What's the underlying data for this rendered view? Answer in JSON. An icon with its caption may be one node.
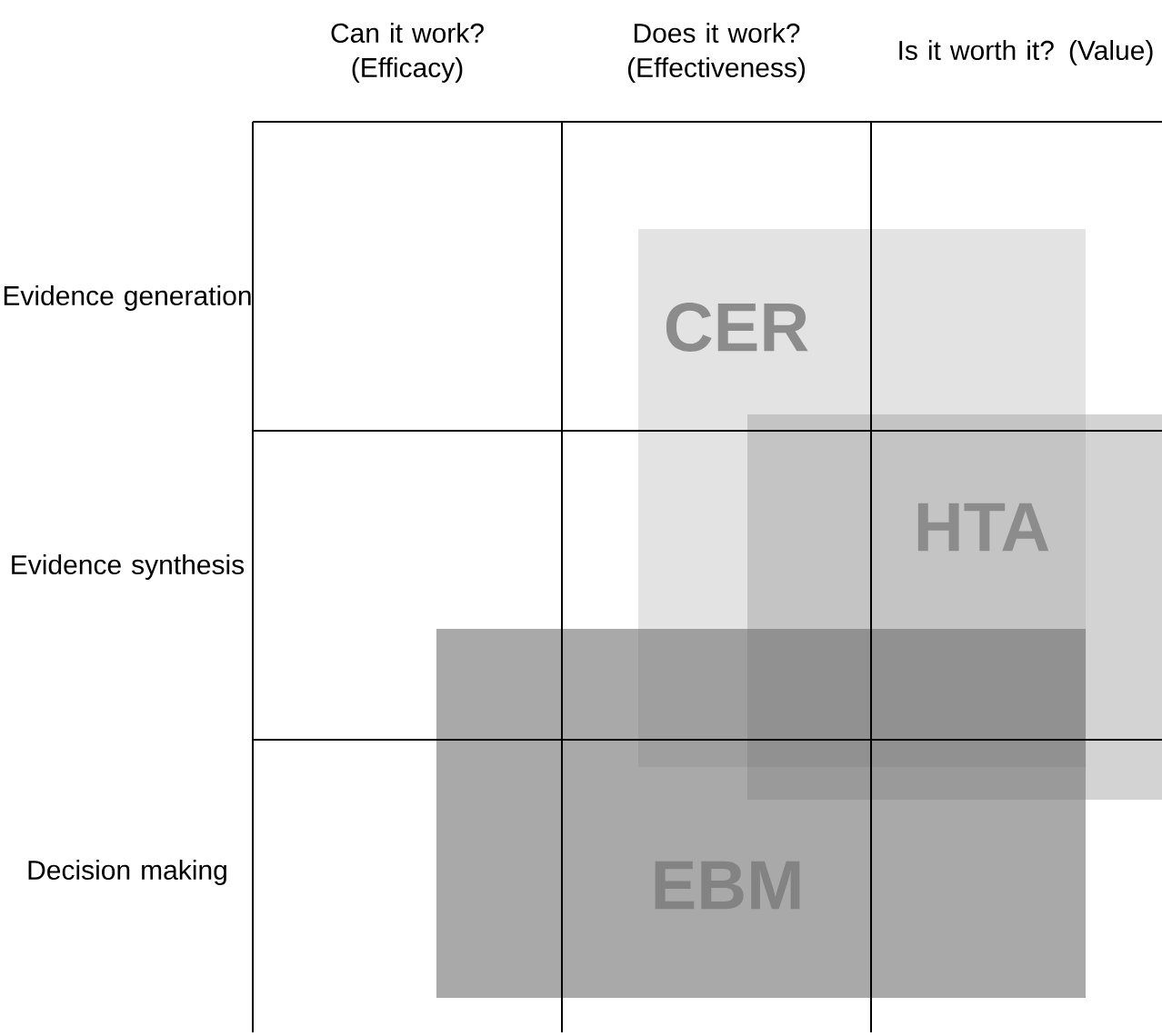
{
  "diagram": {
    "nodes": [
      {
        "text": [
          "CER"
        ]
      },
      {
        "text": [
          "HTA"
        ]
      },
      {
        "text": [
          "EBM"
        ]
      }
    ],
    "labels": [
      "Can it work? (Efficacy)",
      "Does it work? (Effectiveness)",
      "Is it worth it? (Value)",
      "Evidence generation",
      "Evidence synthesis",
      "Decision making"
    ]
  }
}
